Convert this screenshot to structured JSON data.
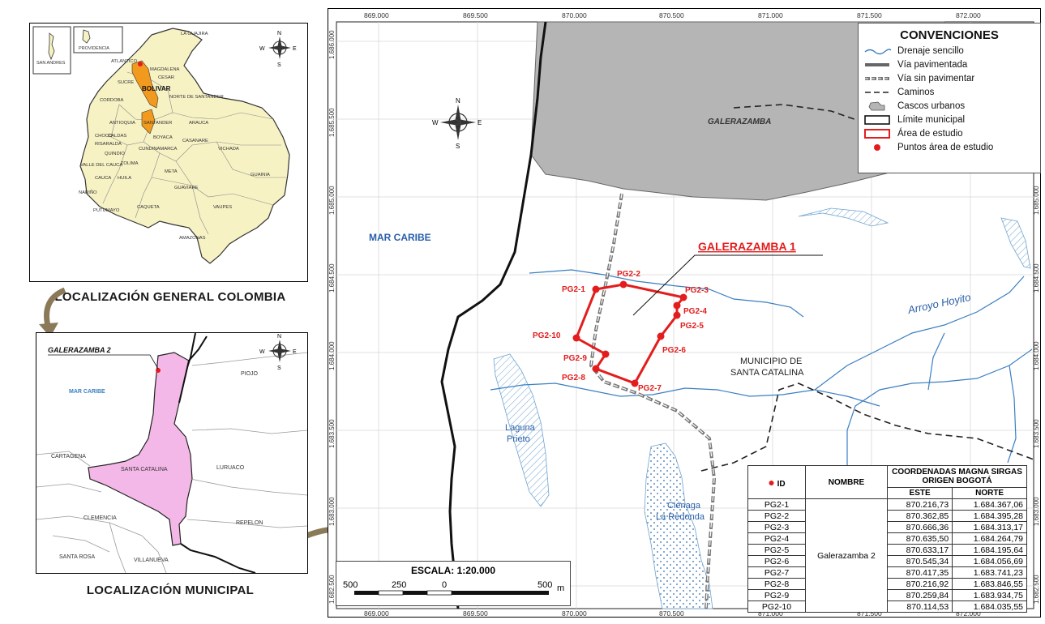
{
  "colombia_inset": {
    "caption": "LOCALIZACIÓN GENERAL COLOMBIA",
    "island_labels": [
      "SAN ANDRES",
      "PROVIDENCIA"
    ],
    "department_labels": [
      "LA GUAJIRA",
      "ATLANTICO",
      "MAGDALENA",
      "CESAR",
      "BOLIVAR",
      "SUCRE",
      "NORTE DE SANTANDER",
      "CORDOBA",
      "ANTIOQUIA",
      "SANTANDER",
      "ARAUCA",
      "BOYACA",
      "CHOCO",
      "CASANARE",
      "CALDAS",
      "RISARALDA",
      "CUNDINAMARCA",
      "QUINDIO",
      "VICHADA",
      "VALLE DEL CAUCA",
      "TOLIMA",
      "META",
      "CAUCA",
      "HUILA",
      "GUAINIA",
      "GUAVIARE",
      "NARIÑO",
      "PUTUMAYO",
      "CAQUETA",
      "VAUPES",
      "AMAZONAS"
    ]
  },
  "municipal_inset": {
    "caption": "LOCALIZACIÓN MUNICIPAL",
    "point_label": "GALERAZAMBA 2",
    "sea_label": "MAR CARIBE",
    "municipality_labels": [
      "PIOJO",
      "CARTAGENA",
      "SANTA CATALINA",
      "LURUACO",
      "CLEMENCIA",
      "REPELON",
      "SANTA ROSA",
      "VILLANUEVA"
    ]
  },
  "main_map": {
    "x_ticks": [
      "869.000",
      "869.500",
      "870.000",
      "870.500",
      "871.000",
      "871.500",
      "872.000"
    ],
    "y_ticks": [
      "1.686.000",
      "1.685.500",
      "1.685.000",
      "1.684.500",
      "1.684.000",
      "1.683.500",
      "1.683.000",
      "1.682.500"
    ],
    "labels": {
      "sea": "MAR CARIBE",
      "town": "GALERAZAMBA",
      "study_area": "GALERAZAMBA 1",
      "municipality_line1": "MUNICIPIO DE",
      "municipality_line2": "SANTA CATALINA",
      "stream": "Arroyo Hoyito",
      "lagoon_line1": "Laguna",
      "lagoon_line2": "Prieto",
      "swamp_line1": "Ciénaga",
      "swamp_line2": "La Redonda"
    },
    "points": [
      "PG2-1",
      "PG2-2",
      "PG2-3",
      "PG2-4",
      "PG2-5",
      "PG2-6",
      "PG2-7",
      "PG2-8",
      "PG2-9",
      "PG2-10"
    ]
  },
  "compass": {
    "n": "N",
    "s": "S",
    "e": "E",
    "w": "W"
  },
  "legend": {
    "title": "CONVENCIONES",
    "items": [
      {
        "label": "Drenaje sencillo",
        "symbol": "drainage-line"
      },
      {
        "label": "Vía pavimentada",
        "symbol": "paved-road-line"
      },
      {
        "label": "Vía sin pavimentar",
        "symbol": "unpaved-road-line"
      },
      {
        "label": "Caminos",
        "symbol": "trail-dashed-line"
      },
      {
        "label": "Cascos urbanos",
        "symbol": "urban-area-icon"
      },
      {
        "label": "Límite municipal",
        "symbol": "municipal-limit-box"
      },
      {
        "label": "Área de estudio",
        "symbol": "study-area-box"
      },
      {
        "label": "Puntos área de estudio",
        "symbol": "study-point-dot"
      }
    ],
    "colors": {
      "drainage": "#3a7fc1",
      "study": "#e31d1d",
      "urban": "#b5b5b5",
      "municipal_pink": "#f4b8e8",
      "colombia_fill": "#f7f2c4",
      "bolivar": "#f29a1e"
    }
  },
  "scale": {
    "title": "ESCALA: 1:20.000",
    "labels": [
      "500",
      "250",
      "0",
      "500"
    ],
    "unit": "m"
  },
  "coord_table": {
    "headers": {
      "id": "ID",
      "name": "NOMBRE",
      "coords_title": "COORDENADAS MAGNA SIRGAS ORIGEN BOGOTÁ",
      "este": "ESTE",
      "norte": "NORTE"
    },
    "group_name": "Galerazamba 2",
    "rows": [
      {
        "id": "PG2-1",
        "este": "870.216,73",
        "norte": "1.684.367,06"
      },
      {
        "id": "PG2-2",
        "este": "870.362,85",
        "norte": "1.684.395,28"
      },
      {
        "id": "PG2-3",
        "este": "870.666,36",
        "norte": "1.684.313,17"
      },
      {
        "id": "PG2-4",
        "este": "870.635,50",
        "norte": "1.684.264,79"
      },
      {
        "id": "PG2-5",
        "este": "870.633,17",
        "norte": "1.684.195,64"
      },
      {
        "id": "PG2-6",
        "este": "870.545,34",
        "norte": "1.684.056,69"
      },
      {
        "id": "PG2-7",
        "este": "870.417,35",
        "norte": "1.683.741,23"
      },
      {
        "id": "PG2-8",
        "este": "870.216,92",
        "norte": "1.683.846,55"
      },
      {
        "id": "PG2-9",
        "este": "870.259,84",
        "norte": "1.683.934,75"
      },
      {
        "id": "PG2-10",
        "este": "870.114,53",
        "norte": "1.684.035,55"
      }
    ]
  }
}
